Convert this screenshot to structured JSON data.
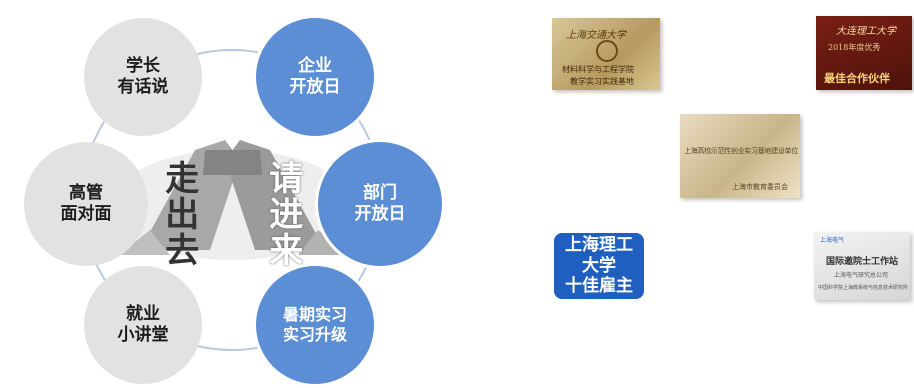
{
  "wheel": {
    "center_left": "走出去",
    "center_right": "请进来",
    "nodes": [
      {
        "line1": "学长",
        "line2": "有话说",
        "style": "grey"
      },
      {
        "line1": "企业",
        "line2": "开放日",
        "style": "blue"
      },
      {
        "line1": "高管",
        "line2": "面对面",
        "style": "grey"
      },
      {
        "line1": "部门",
        "line2": "开放日",
        "style": "blue"
      },
      {
        "line1": "就业",
        "line2": "小讲堂",
        "style": "grey"
      },
      {
        "line1": "暑期实习",
        "line2": "实习升级",
        "style": "blue"
      }
    ]
  },
  "awards": {
    "plaque1": {
      "title": "上海交通大学",
      "line1": "材料科学与工程学院",
      "line2": "教学实习实践基地"
    },
    "plaque2": {
      "title": "大连理工大学",
      "line1": "2018年度优秀",
      "line2": "最佳合作伙伴"
    },
    "plaque3": {
      "line1": "上海高校示范性创业实习基地建设单位",
      "line2": "上海市教育委员会"
    },
    "plaque4": {
      "line1": "上海理工",
      "line2": "大学",
      "line3": "十佳雇主"
    },
    "plaque5": {
      "logo": "上海电气",
      "line1": "国际邀院士工作站",
      "line2": "上海电气研究总公司",
      "line3": "中国科学院上海微系统与信息技术研究所"
    }
  }
}
